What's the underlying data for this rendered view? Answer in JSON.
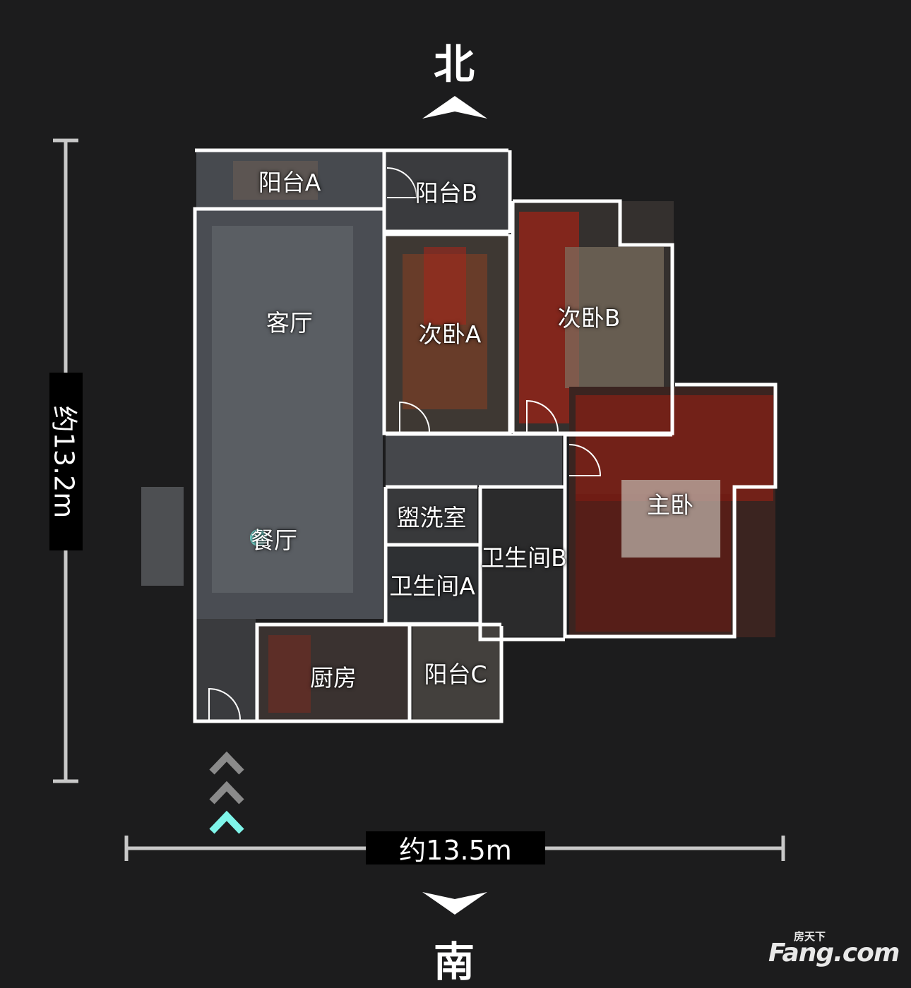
{
  "compass": {
    "north": "北",
    "south": "南"
  },
  "dimensions": {
    "height": "约13.2m",
    "width": "约13.5m"
  },
  "rooms": {
    "balcony_a": "阳台A",
    "balcony_b": "阳台B",
    "balcony_c": "阳台C",
    "living_room": "客厅",
    "dining_room": "餐厅",
    "bedroom_a": "次卧A",
    "bedroom_b": "次卧B",
    "master_bedroom": "主卧",
    "washroom": "盥洗室",
    "bathroom_a": "卫生间A",
    "bathroom_b": "卫生间B",
    "kitchen": "厨房"
  },
  "watermark": {
    "top": "房天下",
    "brand": "Fang.com"
  },
  "colors": {
    "wall": "#ffffff",
    "accent": "#7ff5ea",
    "background": "#1c1c1d"
  }
}
